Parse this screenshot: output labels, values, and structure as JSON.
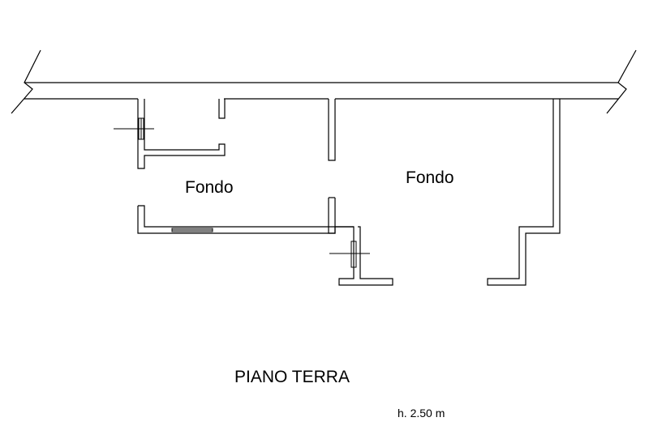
{
  "plan": {
    "rooms": [
      {
        "label": "Fondo"
      },
      {
        "label": "Fondo"
      }
    ],
    "floor_title": "PIANO TERRA",
    "height_note": "h. 2.50 m",
    "colors": {
      "line": "#000000",
      "background": "#ffffff"
    }
  }
}
